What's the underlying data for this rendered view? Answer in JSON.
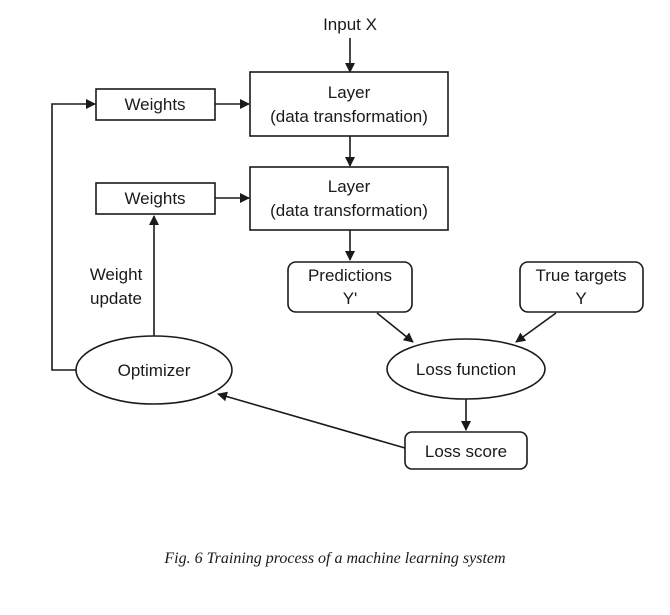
{
  "diagram": {
    "input": "Input X",
    "layer1": {
      "line1": "Layer",
      "line2": "(data transformation)"
    },
    "layer2": {
      "line1": "Layer",
      "line2": "(data transformation)"
    },
    "weights1": "Weights",
    "weights2": "Weights",
    "weight_update": {
      "line1": "Weight",
      "line2": "update"
    },
    "predictions": {
      "line1": "Predictions",
      "line2": "Y'"
    },
    "true_targets": {
      "line1": "True targets",
      "line2": "Y"
    },
    "loss_function": "Loss function",
    "optimizer": "Optimizer",
    "loss_score": "Loss score"
  },
  "caption": "Fig. 6 Training process of a machine learning system"
}
